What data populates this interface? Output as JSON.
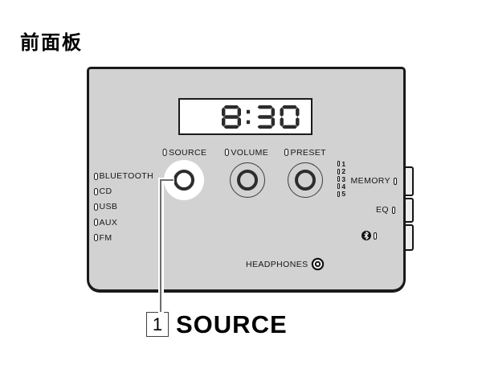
{
  "title": "前面板",
  "panel": {
    "display": {
      "time": "8:30"
    },
    "knobs": [
      {
        "id": "source",
        "label": "SOURCE"
      },
      {
        "id": "volume",
        "label": "VOLUME"
      },
      {
        "id": "preset",
        "label": "PRESET"
      }
    ],
    "sources": [
      "BLUETOOTH",
      "CD",
      "USB",
      "AUX",
      "FM"
    ],
    "preset_numbers": [
      "1",
      "2",
      "3",
      "4",
      "5"
    ],
    "memory_label": "MEMORY",
    "eq_label": "EQ",
    "headphones_label": "HEADPHONES",
    "icons": {
      "button": "pill-outline",
      "bluetooth": "bluetooth-circle",
      "headphone_jack": "double-circle-jack"
    }
  },
  "callout": {
    "number": "1",
    "label": "SOURCE"
  },
  "colors": {
    "panel_fill": "#d2d2d2",
    "outline": "#1a1a1a",
    "display_bg": "#ffffff",
    "segment": "#2b2b2b",
    "leader_line": "#6e6e6e"
  }
}
